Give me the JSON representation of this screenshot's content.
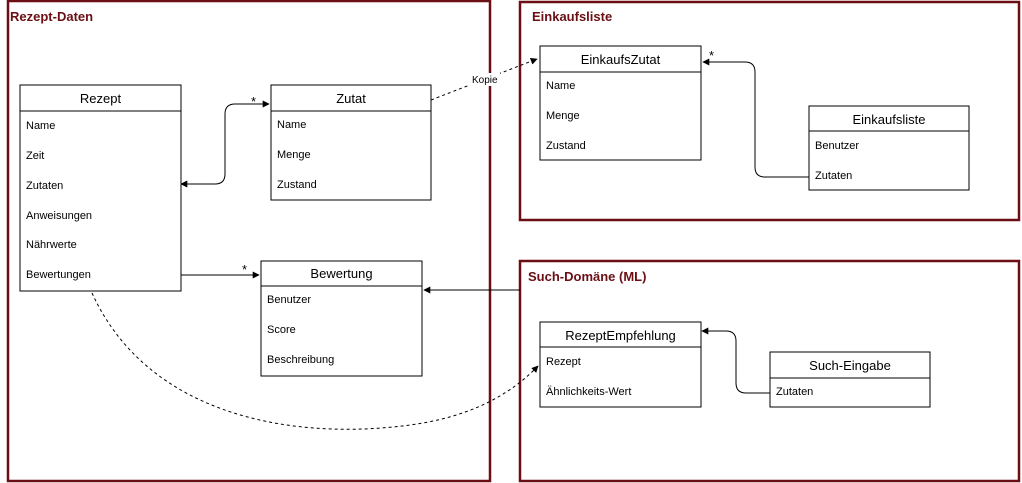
{
  "domains": {
    "rezept_daten": "Rezept-Daten",
    "einkaufsliste": "Einkaufsliste",
    "such_domaene": "Such-Domäne (ML)"
  },
  "classes": {
    "rezept": {
      "title": "Rezept",
      "attrs": [
        "Name",
        "Zeit",
        "Zutaten",
        "Anweisungen",
        "Nährwerte",
        "Bewertungen"
      ]
    },
    "zutat": {
      "title": "Zutat",
      "attrs": [
        "Name",
        "Menge",
        "Zustand"
      ]
    },
    "bewertung": {
      "title": "Bewertung",
      "attrs": [
        "Benutzer",
        "Score",
        "Beschreibung"
      ]
    },
    "einkaufszutat": {
      "title": "EinkaufsZutat",
      "attrs": [
        "Name",
        "Menge",
        "Zustand"
      ]
    },
    "einkaufsliste": {
      "title": "Einkaufsliste",
      "attrs": [
        "Benutzer",
        "Zutaten"
      ]
    },
    "rezeptempfehlung": {
      "title": "RezeptEmpfehlung",
      "attrs": [
        "Rezept",
        "Ähnlichkeits-Wert"
      ]
    },
    "such_eingabe": {
      "title": "Such-Eingabe",
      "attrs": [
        "Zutaten"
      ]
    }
  },
  "edges": {
    "kopie_label": "Kopie",
    "mult_zutat": "*",
    "mult_bewertung": "*",
    "mult_einkaufszutat": "*"
  },
  "colors": {
    "domain_border": "#6b0f14",
    "class_border": "#000000"
  }
}
